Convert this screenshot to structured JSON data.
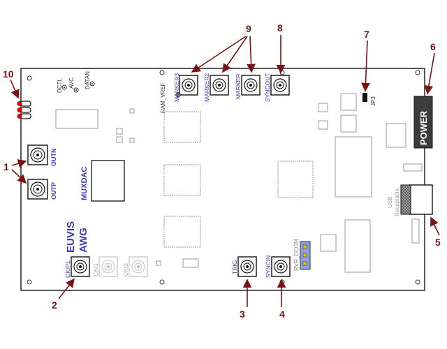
{
  "board": {
    "title_line1": "EUVIS",
    "title_line2": "AWG",
    "muxdac_label": "MUXDAC",
    "power_label": "POWER",
    "usb_label_line1": "USB",
    "usb_label_line2": "Receptacle",
    "jumper_label": "JP3",
    "header_label": "RVR_DCOM"
  },
  "test_points": [
    "DCTL",
    "AVC",
    "DATAN"
  ],
  "ram_vref_label": "RAM_VREF",
  "connectors": {
    "outn": "OUTN",
    "outp": "OUTP",
    "marker3": "MARKER3",
    "marker2": "MARKER2",
    "marker": "MARKER",
    "syncout": "SYNCOUT",
    "ckip1": "CKIP1",
    "cki1": "CKI1",
    "cki2": "CKI2",
    "trig": "TRIG",
    "syncin": "SYNCIN"
  },
  "callouts": {
    "c1": "1",
    "c2": "2",
    "c3": "3",
    "c4": "4",
    "c5": "5",
    "c6": "6",
    "c7": "7",
    "c8": "8",
    "c9": "9",
    "c10": "10"
  },
  "colors": {
    "callout": "#7a1414",
    "title_blue": "#3a3ab0",
    "power_bg": "#3c3c3c",
    "header_fill": "#8aa0e0"
  }
}
